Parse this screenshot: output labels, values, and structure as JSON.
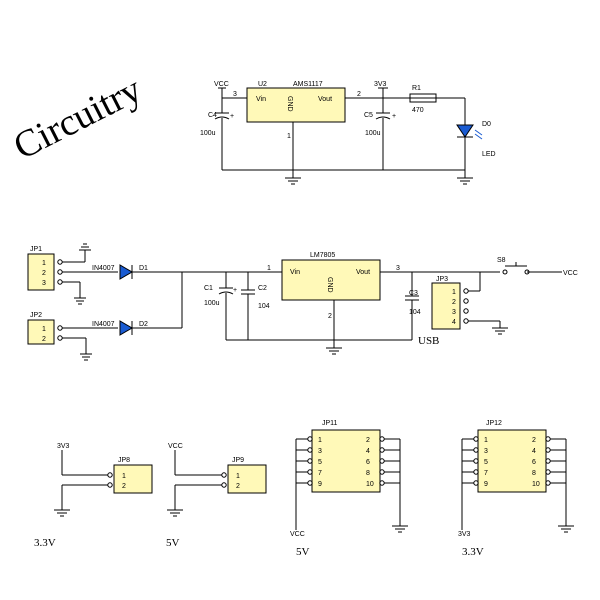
{
  "title": "Circuitry",
  "reg1": {
    "ref": "U2",
    "part": "AMS1117",
    "vin": "Vin",
    "gnd": "GND",
    "vout": "Vout",
    "pin_in": "3",
    "pin_out": "2",
    "pin_gnd": "1",
    "vcc": "VCC",
    "v33": "3V3",
    "c4": "C4",
    "c4_val": "100u",
    "c5": "C5",
    "c5_val": "100u",
    "r1": "R1",
    "r1_val": "470",
    "d0": "D0",
    "led": "LED"
  },
  "reg2": {
    "ref": "LM7805",
    "vin": "Vin",
    "gnd": "GND",
    "vout": "Vout",
    "pin_in": "1",
    "pin_out": "3",
    "pin_gnd": "2",
    "c1": "C1",
    "c1_val": "100u",
    "c2": "C2",
    "c2_val": "104",
    "c3": "C3",
    "c3_val": "104",
    "jp1": "JP1",
    "jp2": "JP2",
    "jp3": "JP3",
    "d1": "D1",
    "d2": "D2",
    "diode": "IN4007",
    "s8": "S8",
    "vcc": "VCC",
    "usb": "USB"
  },
  "headers": {
    "jp8": "JP8",
    "jp8_net": "3V3",
    "jp8_label": "3.3V",
    "jp9": "JP9",
    "jp9_net": "VCC",
    "jp9_label": "5V",
    "jp11": "JP11",
    "jp11_net": "VCC",
    "jp11_label": "5V",
    "jp12": "JP12",
    "jp12_net": "3V3",
    "jp12_label": "3.3V",
    "pins_left": [
      "1",
      "3",
      "5",
      "7",
      "9"
    ],
    "pins_right": [
      "2",
      "4",
      "6",
      "8",
      "10"
    ]
  }
}
